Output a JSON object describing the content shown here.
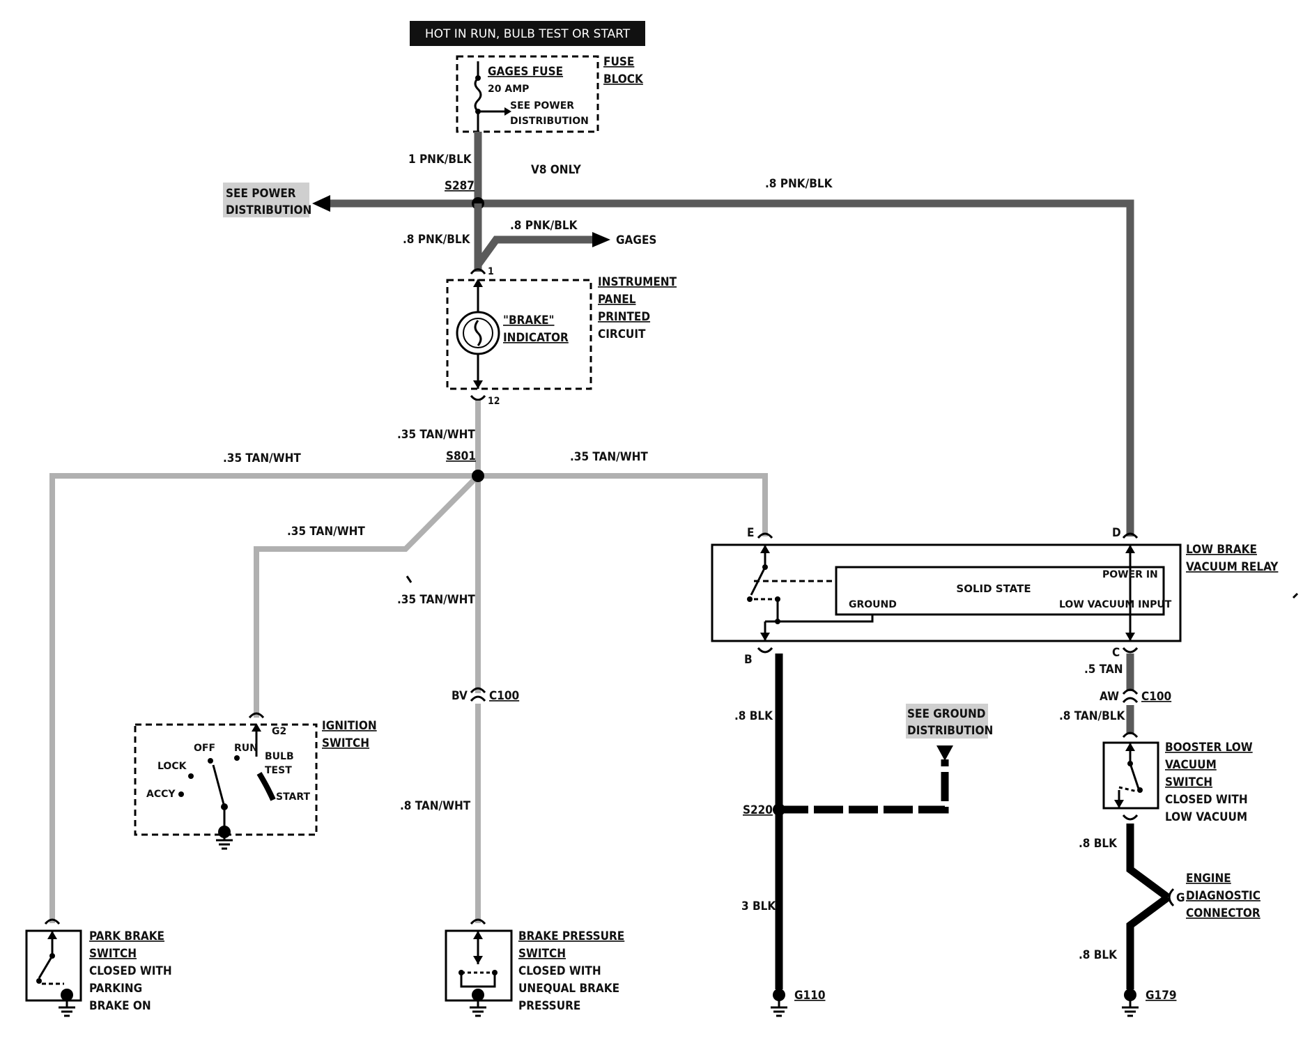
{
  "header": {
    "text": "HOT IN RUN, BULB TEST OR START"
  },
  "fuse": {
    "name": "GAGES FUSE",
    "rating": "20 AMP",
    "see_power_1": "SEE POWER",
    "see_power_2": "DISTRIBUTION",
    "block_1": "FUSE",
    "block_2": "BLOCK"
  },
  "wires": {
    "w_1pnkblk": "1 PNK/BLK",
    "v8only": "V8 ONLY",
    "w_8pnkblk_right": ".8 PNK/BLK",
    "w_8pnkblk_down": ".8 PNK/BLK",
    "w_8pnkblk_gages": ".8 PNK/BLK",
    "gages": "GAGES",
    "w_35tanwht_top": ".35 TAN/WHT",
    "w_35tanwht_left": ".35 TAN/WHT",
    "w_35tanwht_right": ".35 TAN/WHT",
    "w_35tanwht_ign": ".35 TAN/WHT",
    "w_35tanwht_center": ".35 TAN/WHT",
    "w_8tanwht": ".8 TAN/WHT",
    "w_8blk_b": ".8 BLK",
    "w_3blk": "3 BLK",
    "w_5tan": ".5 TAN",
    "w_8tanblk": ".8 TAN/BLK",
    "w_8blk_r1": ".8 BLK",
    "w_8blk_r2": ".8 BLK"
  },
  "splices": {
    "s287": "S287",
    "s801": "S801",
    "s220": "S220"
  },
  "see_power_left": {
    "line1": "SEE POWER",
    "line2": "DISTRIBUTION"
  },
  "see_ground": {
    "line1": "SEE GROUND",
    "line2": "DISTRIBUTION"
  },
  "instrument_panel": {
    "pin_top": "1",
    "pin_bottom": "12",
    "indicator_1": "\"BRAKE\"",
    "indicator_2": "INDICATOR",
    "label_1": "INSTRUMENT",
    "label_2": "PANEL",
    "label_3": "PRINTED",
    "label_4": "CIRCUIT"
  },
  "ignition": {
    "pin": "G2",
    "off": "OFF",
    "run": "RUN",
    "lock": "LOCK",
    "accy": "ACCY",
    "bulb": "BULB",
    "test": "TEST",
    "start": "START",
    "label_1": "IGNITION",
    "label_2": "SWITCH"
  },
  "connector_c100_center": {
    "pin": "BV",
    "name": "C100"
  },
  "connector_c100_right": {
    "pin": "AW",
    "name": "C100"
  },
  "park_brake": {
    "line1": "PARK BRAKE",
    "line2": "SWITCH",
    "line3": "CLOSED WITH",
    "line4": "PARKING",
    "line5": "BRAKE ON"
  },
  "brake_pressure": {
    "line1": "BRAKE PRESSURE",
    "line2": "SWITCH",
    "line3": "CLOSED WITH",
    "line4": "UNEQUAL BRAKE",
    "line5": "PRESSURE"
  },
  "relay": {
    "pin_e": "E",
    "pin_d": "D",
    "pin_b": "B",
    "pin_c": "C",
    "solid_state": "SOLID STATE",
    "power_in": "POWER IN",
    "ground": "GROUND",
    "low_vacuum_input": "LOW VACUUM INPUT",
    "label_1": "LOW BRAKE",
    "label_2": "VACUUM RELAY"
  },
  "booster": {
    "line1": "BOOSTER LOW",
    "line2": "VACUUM",
    "line3": "SWITCH",
    "line4": "CLOSED WITH",
    "line5": "LOW VACUUM"
  },
  "diag_connector": {
    "pin": "G",
    "line1": "ENGINE",
    "line2": "DIAGNOSTIC",
    "line3": "CONNECTOR"
  },
  "grounds": {
    "g110": "G110",
    "g179": "G179"
  }
}
